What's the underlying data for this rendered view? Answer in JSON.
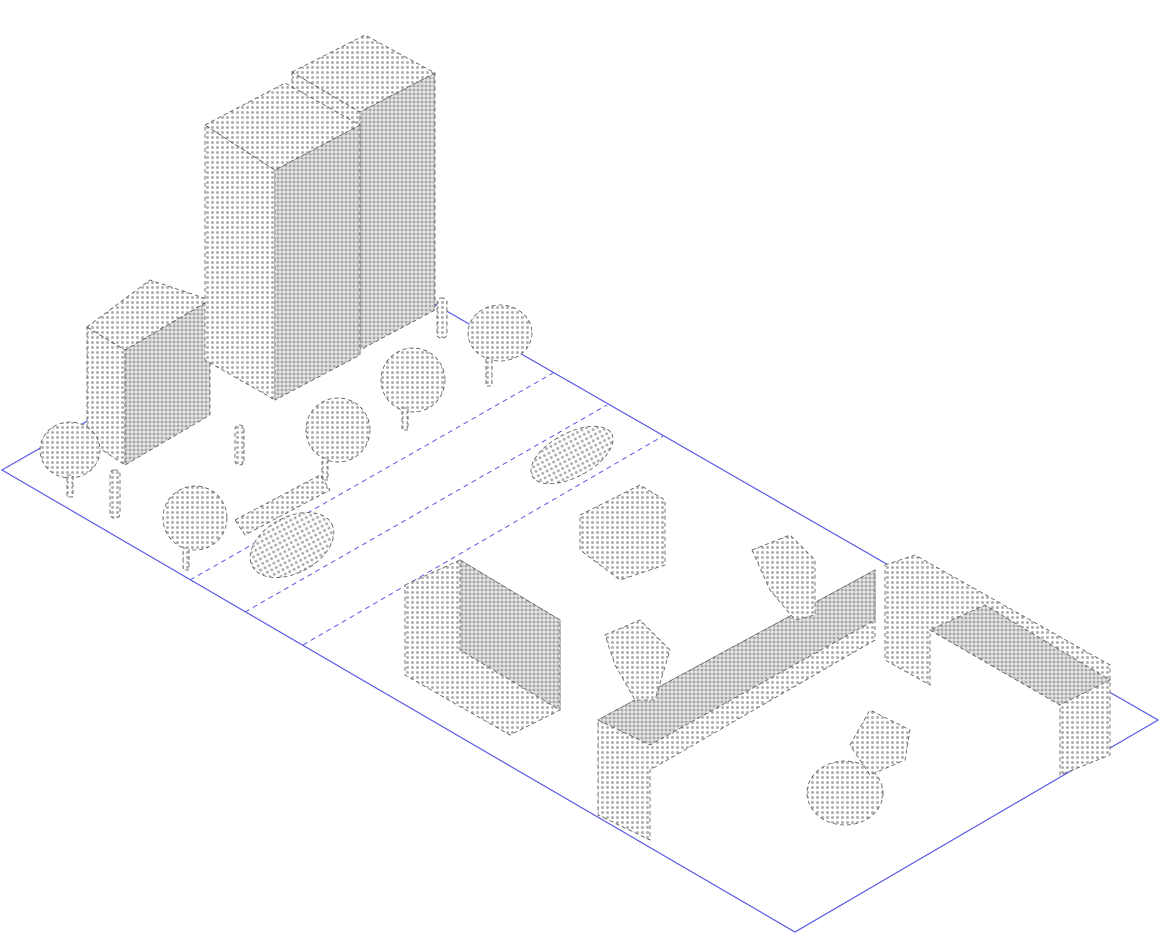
{
  "colors": {
    "ground_outline": "#5a5ae6",
    "object_fill": "#b4b4b4",
    "object_edge": "#555555",
    "background": "#ffffff"
  },
  "scene": {
    "type": "isometric-site-layout",
    "zones": [
      "buildings-and-trees",
      "street",
      "parking",
      "industrial-floor"
    ],
    "objects": [
      "building",
      "building",
      "building",
      "tree",
      "person",
      "car",
      "forklift",
      "shelving-rack",
      "robot-arm",
      "conveyor",
      "mobile-robot"
    ]
  }
}
